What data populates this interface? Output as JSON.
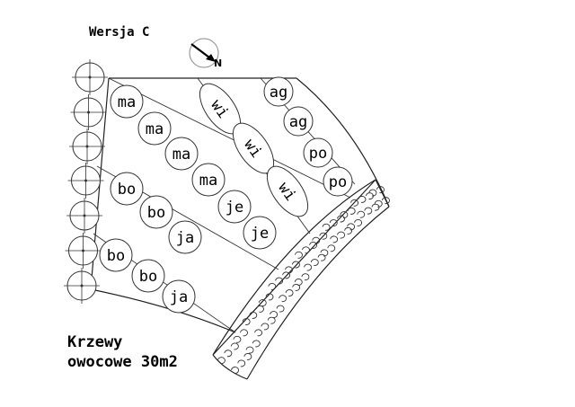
{
  "header": {
    "version": "Wersja C"
  },
  "compass": {
    "label": "N"
  },
  "caption": {
    "line1": "Krzewy",
    "line2": "owocowe 30m2"
  },
  "plants": [
    {
      "label": "ma",
      "rotation": 0
    },
    {
      "label": "ma",
      "rotation": 0
    },
    {
      "label": "ma",
      "rotation": 0
    },
    {
      "label": "ma",
      "rotation": 0
    },
    {
      "label": "wi",
      "rotation": 55
    },
    {
      "label": "wi",
      "rotation": 55
    },
    {
      "label": "wi",
      "rotation": 55
    },
    {
      "label": "ag",
      "rotation": 0
    },
    {
      "label": "ag",
      "rotation": 0
    },
    {
      "label": "po",
      "rotation": 0
    },
    {
      "label": "po",
      "rotation": 0
    },
    {
      "label": "je",
      "rotation": 0
    },
    {
      "label": "je",
      "rotation": 0
    },
    {
      "label": "bo",
      "rotation": 0
    },
    {
      "label": "bo",
      "rotation": 0
    },
    {
      "label": "ja",
      "rotation": 0
    },
    {
      "label": "bo",
      "rotation": 0
    },
    {
      "label": "bo",
      "rotation": 0
    },
    {
      "label": "ja",
      "rotation": 0
    }
  ],
  "hedge_count": 7
}
